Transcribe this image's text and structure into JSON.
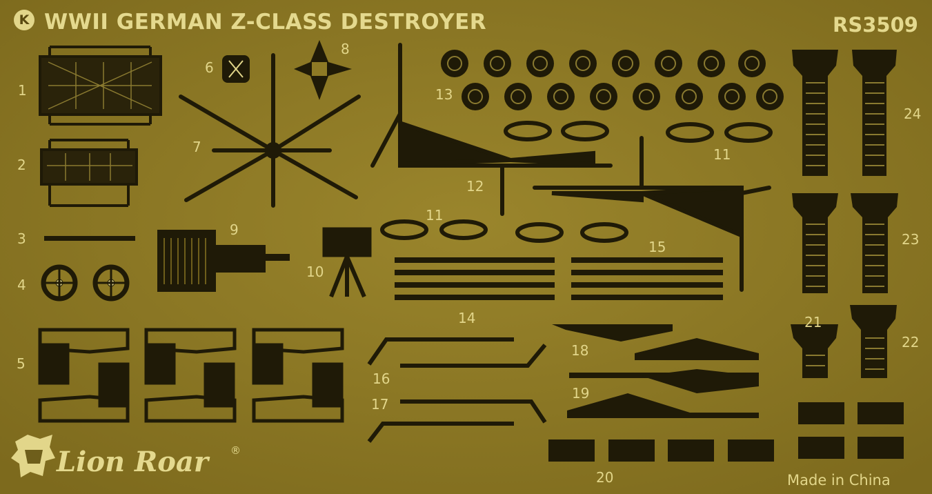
{
  "sheet": {
    "badge": "K",
    "title": "WWII GERMAN Z-CLASS DESTROYER",
    "code": "RS3509",
    "brand": "Lion Roar",
    "registered_mark": "®",
    "origin": "Made in China",
    "brand_logo_icon": "lion-head-icon"
  },
  "labels": [
    "1",
    "2",
    "3",
    "4",
    "5",
    "6",
    "7",
    "8",
    "9",
    "10",
    "11",
    "11",
    "12",
    "13",
    "14",
    "15",
    "16",
    "17",
    "18",
    "19",
    "20",
    "21",
    "22",
    "23",
    "24"
  ],
  "colors": {
    "brass": "#8e7a25",
    "etch_dark": "#1f1a07",
    "highlight": "#e2d68a"
  }
}
